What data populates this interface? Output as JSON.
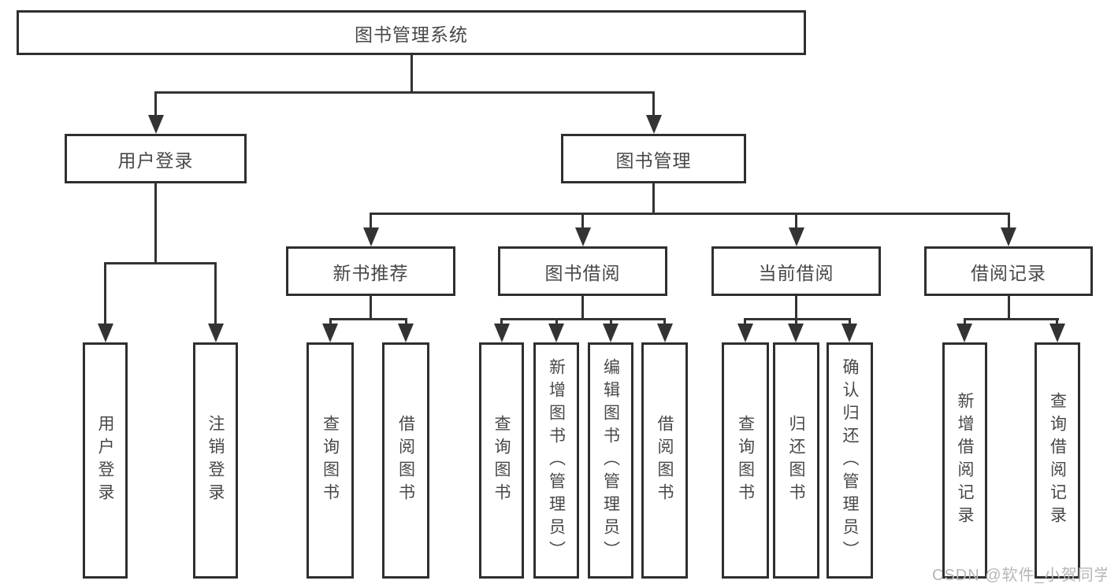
{
  "diagram": {
    "root": {
      "label": "图书管理系统"
    },
    "user_login": {
      "label": "用户登录",
      "children": {
        "login": "用户登录",
        "logout": "注销登录"
      }
    },
    "book_management": {
      "label": "图书管理",
      "sections": {
        "new_book": {
          "label": "新书推荐",
          "children": {
            "query_book": "查询图书",
            "borrow_book": "借阅图书"
          }
        },
        "book_borrow": {
          "label": "图书借阅",
          "children": {
            "query_book": "查询图书",
            "add_book": "新增图书（管理员）",
            "edit_book": "编辑图书（管理员）",
            "borrow_book": "借阅图书"
          }
        },
        "current_borrow": {
          "label": "当前借阅",
          "children": {
            "query_book": "查询图书",
            "return_book": "归还图书",
            "confirm_return": "确认归还（管理员）"
          }
        },
        "borrow_records": {
          "label": "借阅记录",
          "children": {
            "add_record": "新增借阅记录",
            "query_record": "查询借阅记录"
          }
        }
      }
    }
  },
  "watermark": {
    "text": "CSDN @软件_小贺同学"
  },
  "colors": {
    "background": "#ffffff",
    "line": "#333333",
    "border": "#2f2f2f",
    "text": "#484848",
    "watermark": "#b6b6b6"
  }
}
